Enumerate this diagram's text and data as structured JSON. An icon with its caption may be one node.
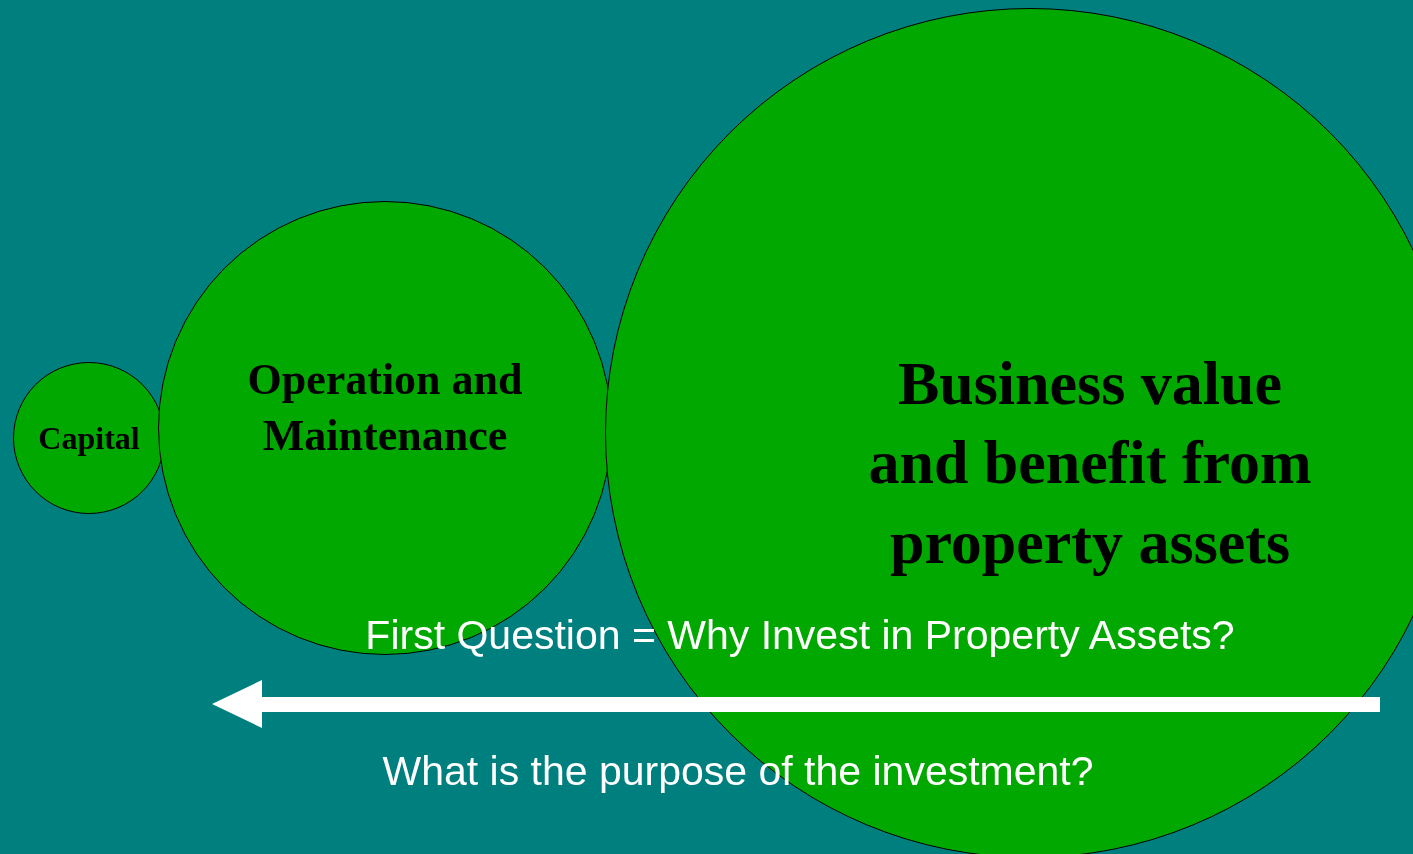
{
  "diagram": {
    "nodes": [
      {
        "text": [
          "Capital"
        ]
      },
      {
        "text": [
          "Operation and Maintenance"
        ]
      },
      {
        "text": [
          "Business value and benefit from property assets"
        ]
      }
    ],
    "labels": [
      "First Question = Why Invest in Property Assets?",
      "What is the purpose of the investment?"
    ]
  }
}
